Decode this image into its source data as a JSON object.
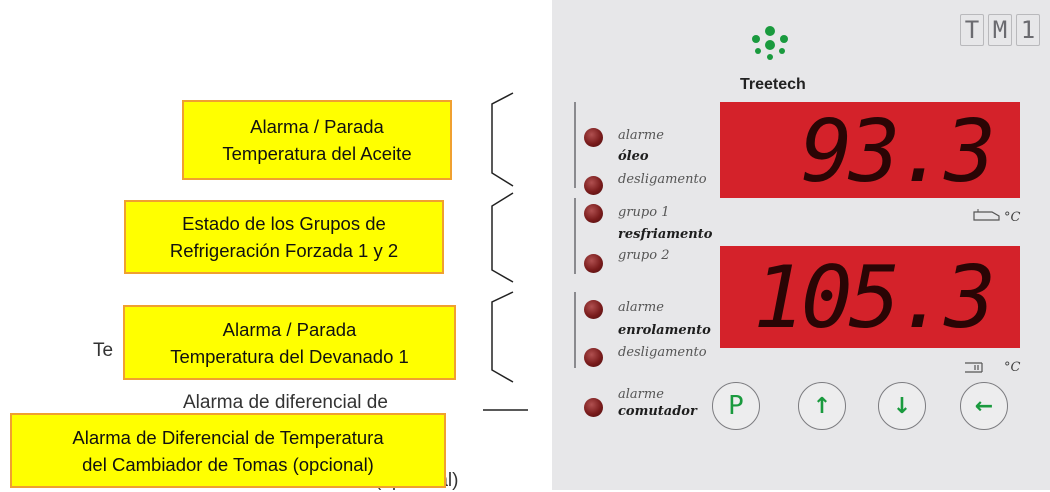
{
  "callouts": [
    {
      "lines": [
        "Alarma / Parada",
        "Temperatura del Aceite"
      ]
    },
    {
      "lines": [
        "Estado de los Grupos de",
        "Refrigeración Forzada 1 y 2"
      ]
    },
    {
      "lines": [
        "Alarma / Parada",
        "Temperatura del Devanado 1"
      ]
    },
    {
      "lines": [
        "Alarma de Diferencial de Temperatura",
        "del Cambiador de Tomas (opcional)"
      ]
    }
  ],
  "ghost_text": [
    "Te",
    "Alarma de diferencial de",
    "(opcional)"
  ],
  "panel": {
    "brand": "Treetech",
    "model_segments": [
      "T",
      "M",
      "1"
    ],
    "groups": [
      {
        "top": "alarme",
        "middle": "óleo",
        "bottom": "desligamento"
      },
      {
        "top": "grupo 1",
        "middle": "resfriamento",
        "bottom": "grupo 2"
      },
      {
        "top": "alarme",
        "middle": "enrolamento",
        "bottom": "desligamento"
      },
      {
        "top": "alarme",
        "middle": "comutador"
      }
    ],
    "oil_temp": "93.3",
    "winding_temp": "105.3",
    "unit": "°C",
    "buttons": {
      "program": "P",
      "up": "↑",
      "down": "↓",
      "back": "←"
    }
  },
  "colors": {
    "callout_fill": "#ffff00",
    "callout_border": "#f0a030",
    "display_red": "#d4222a",
    "brand_green": "#1a9a3e"
  }
}
